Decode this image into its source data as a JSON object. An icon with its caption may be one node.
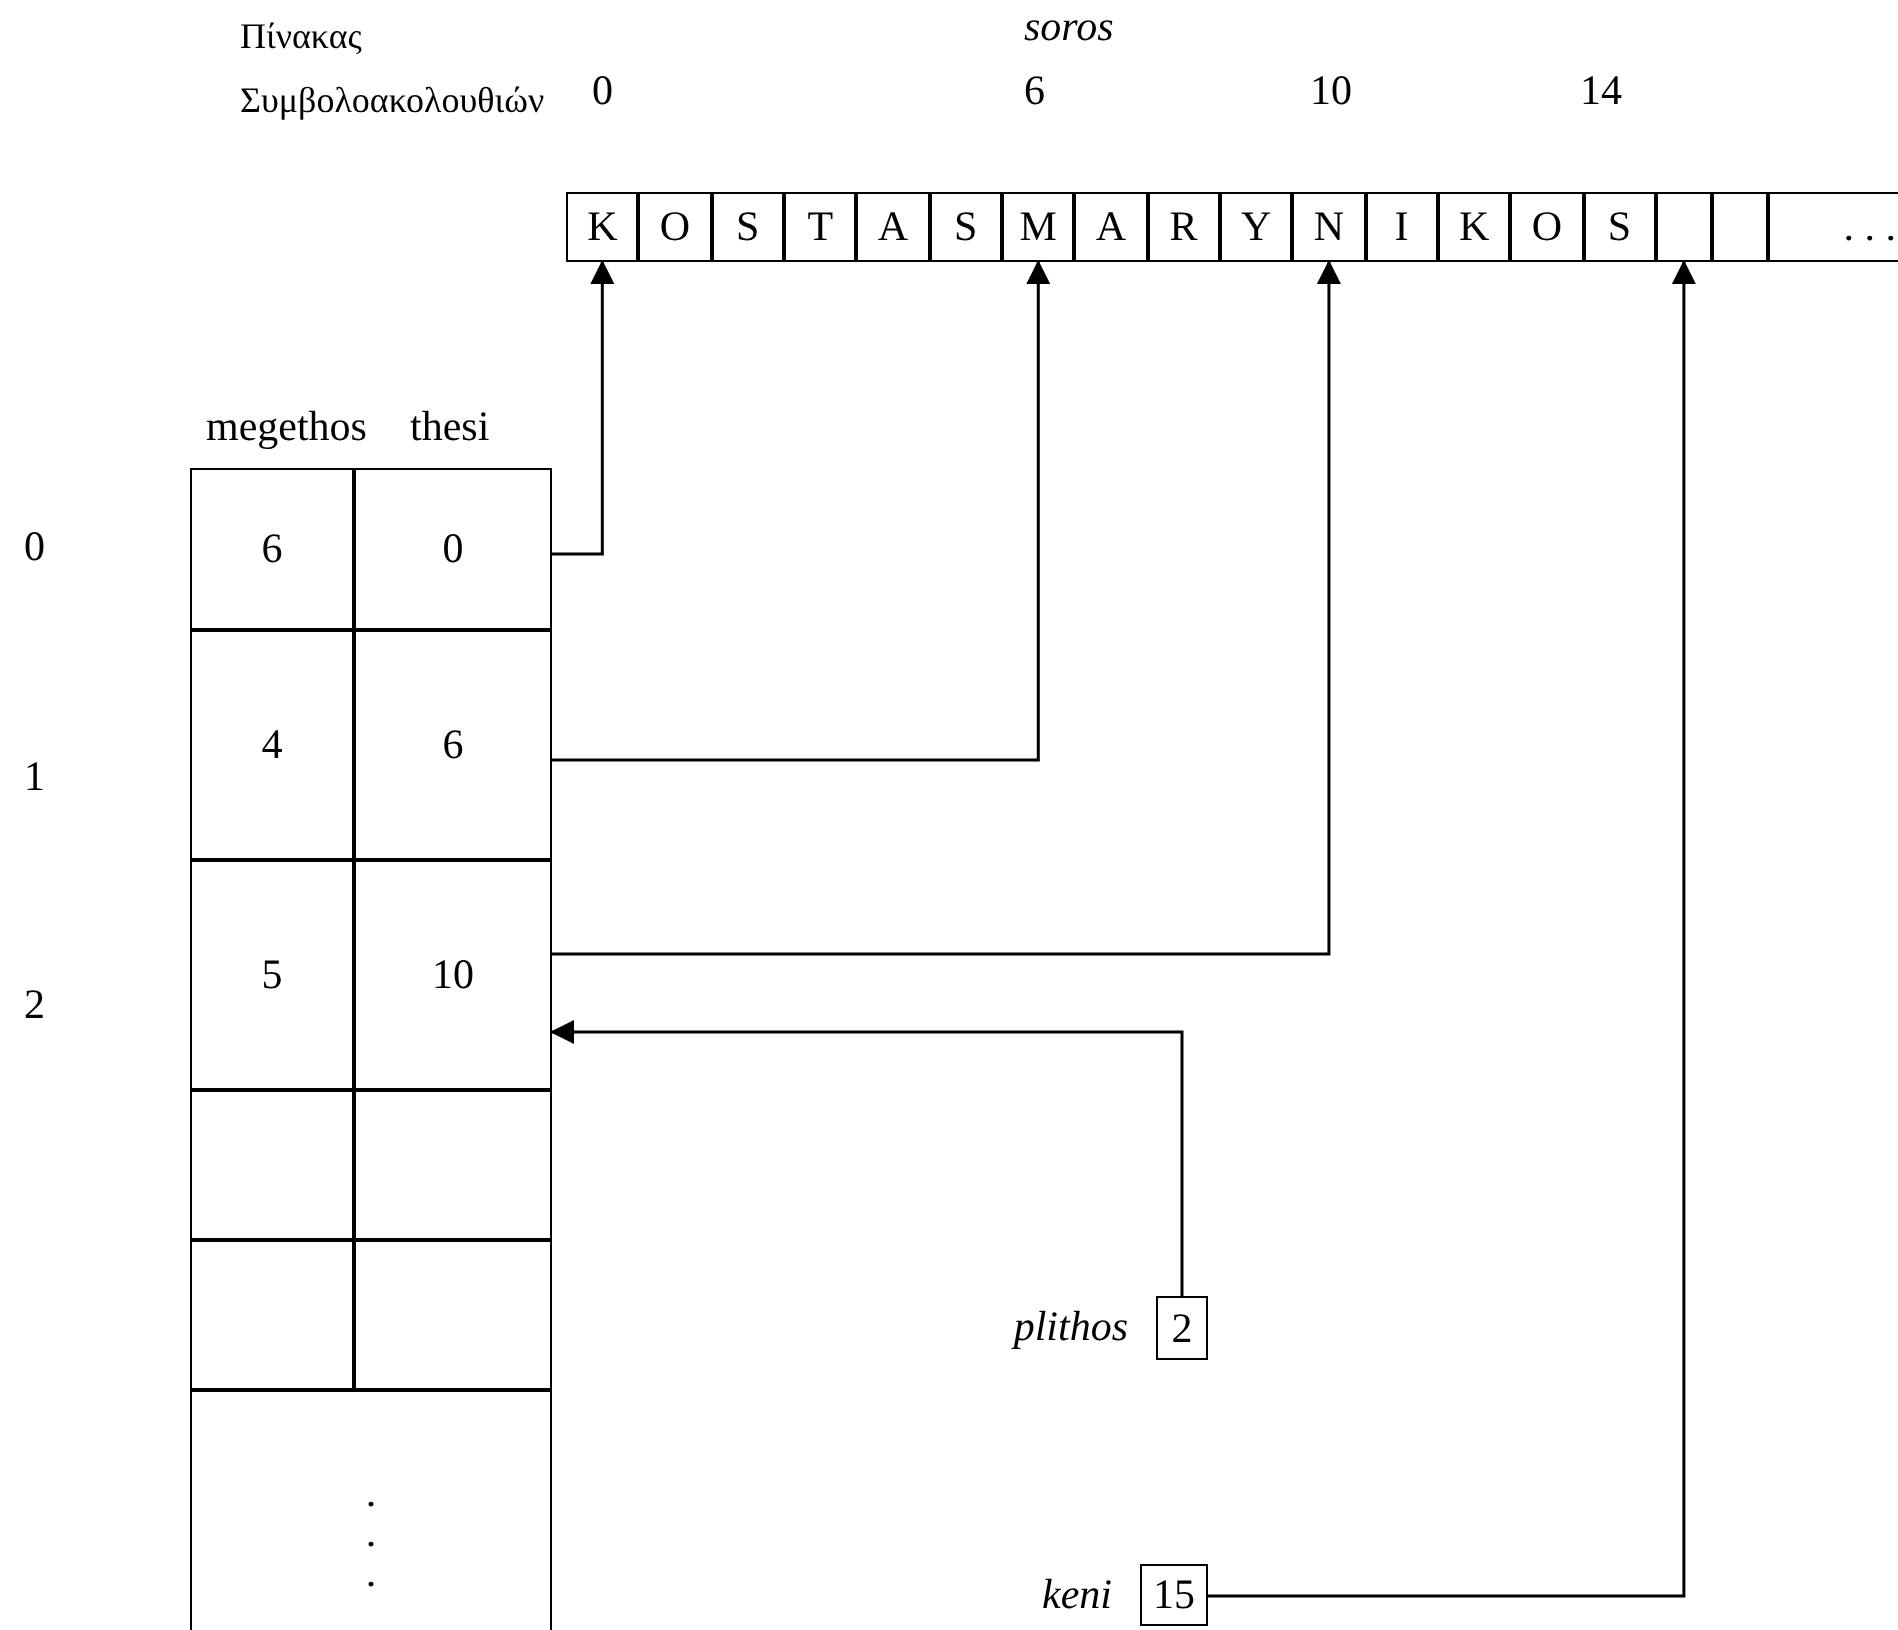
{
  "diagram": {
    "nodes": [
      {
        "text": [
          "K"
        ]
      },
      {
        "text": [
          "O"
        ]
      },
      {
        "text": [
          "S"
        ]
      },
      {
        "text": [
          "T"
        ]
      },
      {
        "text": [
          "A"
        ]
      },
      {
        "text": [
          "S"
        ]
      },
      {
        "text": [
          "M"
        ]
      },
      {
        "text": [
          "A"
        ]
      },
      {
        "text": [
          "R"
        ]
      },
      {
        "text": [
          "Y"
        ]
      },
      {
        "text": [
          "N"
        ]
      },
      {
        "text": [
          "I"
        ]
      },
      {
        "text": [
          "K"
        ]
      },
      {
        "text": [
          "O"
        ]
      },
      {
        "text": [
          "S"
        ]
      },
      {
        "text": [],
        "shape": "box"
      },
      {
        "text": [],
        "shape": "box"
      },
      {
        "text": [
          ". . ."
        ]
      },
      {
        "text": [
          "6"
        ]
      },
      {
        "text": [
          "0"
        ]
      },
      {
        "text": [
          "4"
        ]
      },
      {
        "text": [
          "6"
        ]
      },
      {
        "text": [
          "5"
        ]
      },
      {
        "text": [
          "10"
        ]
      },
      {
        "text": [],
        "shape": "box"
      },
      {
        "text": [],
        "shape": "box"
      },
      {
        "text": [],
        "shape": "box"
      },
      {
        "text": [],
        "shape": "box"
      },
      {
        "text": [
          ".",
          ".",
          "."
        ]
      },
      {
        "text": [
          "2"
        ],
        "beside": [
          "plithos"
        ]
      },
      {
        "text": [
          "15"
        ],
        "beside": [
          "keni"
        ]
      }
    ],
    "edges": [
      {
        "from": 19,
        "to": 0,
        "arrow": "to"
      },
      {
        "from": 21,
        "to": 6,
        "arrow": "to"
      },
      {
        "from": 23,
        "to": 10,
        "arrow": "to"
      },
      {
        "from": 29,
        "to": 23,
        "arrow": "to"
      },
      {
        "from": 30,
        "to": 15,
        "arrow": "to"
      }
    ],
    "labels": [
      "Πίνακας Συμβολοακολουθιών",
      "soros",
      "0",
      "6",
      "10",
      "14",
      "megethos",
      "thesi",
      "0",
      "1",
      "2"
    ]
  }
}
